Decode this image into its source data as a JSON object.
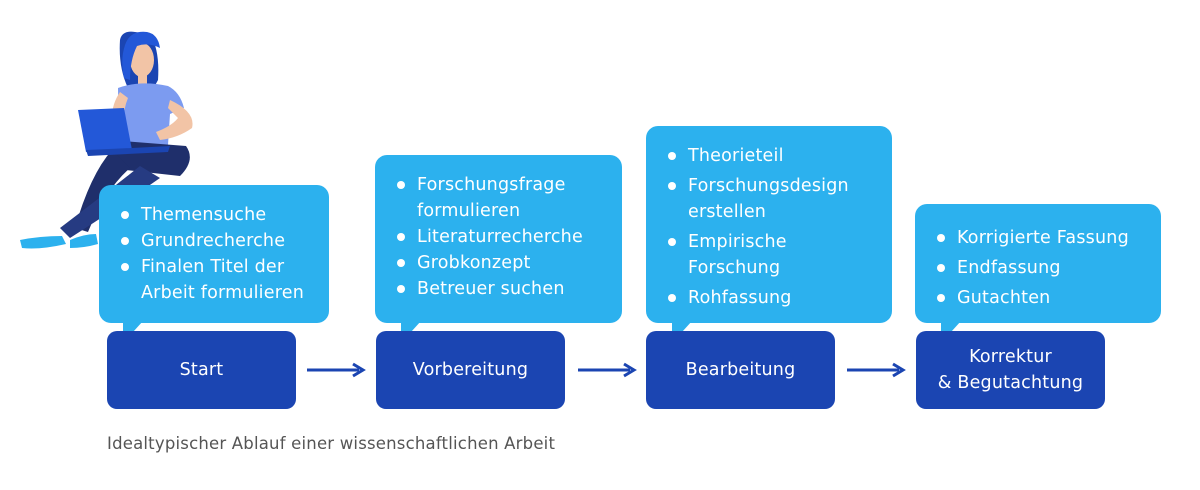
{
  "stages": [
    {
      "label": "Start",
      "items": [
        "Themensuche",
        "Grundrecherche",
        "Finalen Titel der Arbeit formulieren"
      ]
    },
    {
      "label": "Vorbereitung",
      "items": [
        "Forschungsfrage formulieren",
        "Literaturrecherche",
        "Grobkonzept",
        "Betreuer suchen"
      ]
    },
    {
      "label": "Bearbeitung",
      "items": [
        "Theorieteil",
        "Forschungsdesign erstellen",
        "Empirische Forschung",
        "Rohfassung"
      ]
    },
    {
      "label": "Korrektur\n& Begutachtung",
      "items": [
        "Korrigierte Fassung",
        "Endfassung",
        "Gutachten"
      ]
    }
  ],
  "caption": "Idealtypischer Ablauf einer wissenschaftlichen Arbeit",
  "colors": {
    "bubble": "#2cb1ee",
    "stage": "#1b45b2",
    "arrow": "#1b45b2",
    "caption": "#555555"
  },
  "icons": [
    "person-with-laptop-illustration",
    "arrow-right-icon"
  ]
}
